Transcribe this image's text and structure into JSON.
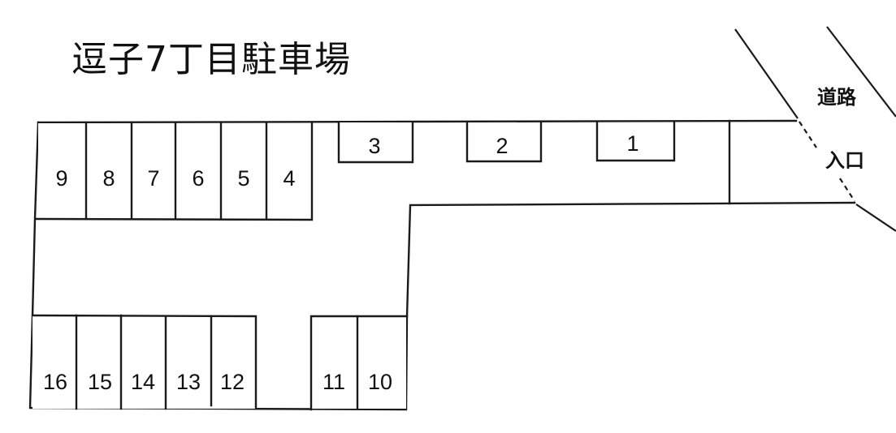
{
  "title": "逗子7丁目駐車場",
  "labels": {
    "road": "道路",
    "entrance": "入口"
  },
  "spots": {
    "s1": "1",
    "s2": "2",
    "s3": "3",
    "s4": "4",
    "s5": "5",
    "s6": "6",
    "s7": "7",
    "s8": "8",
    "s9": "9",
    "s10": "10",
    "s11": "11",
    "s12": "12",
    "s13": "13",
    "s14": "14",
    "s15": "15",
    "s16": "16"
  },
  "colors": {
    "line": "#1a1a1a",
    "background": "#ffffff"
  }
}
